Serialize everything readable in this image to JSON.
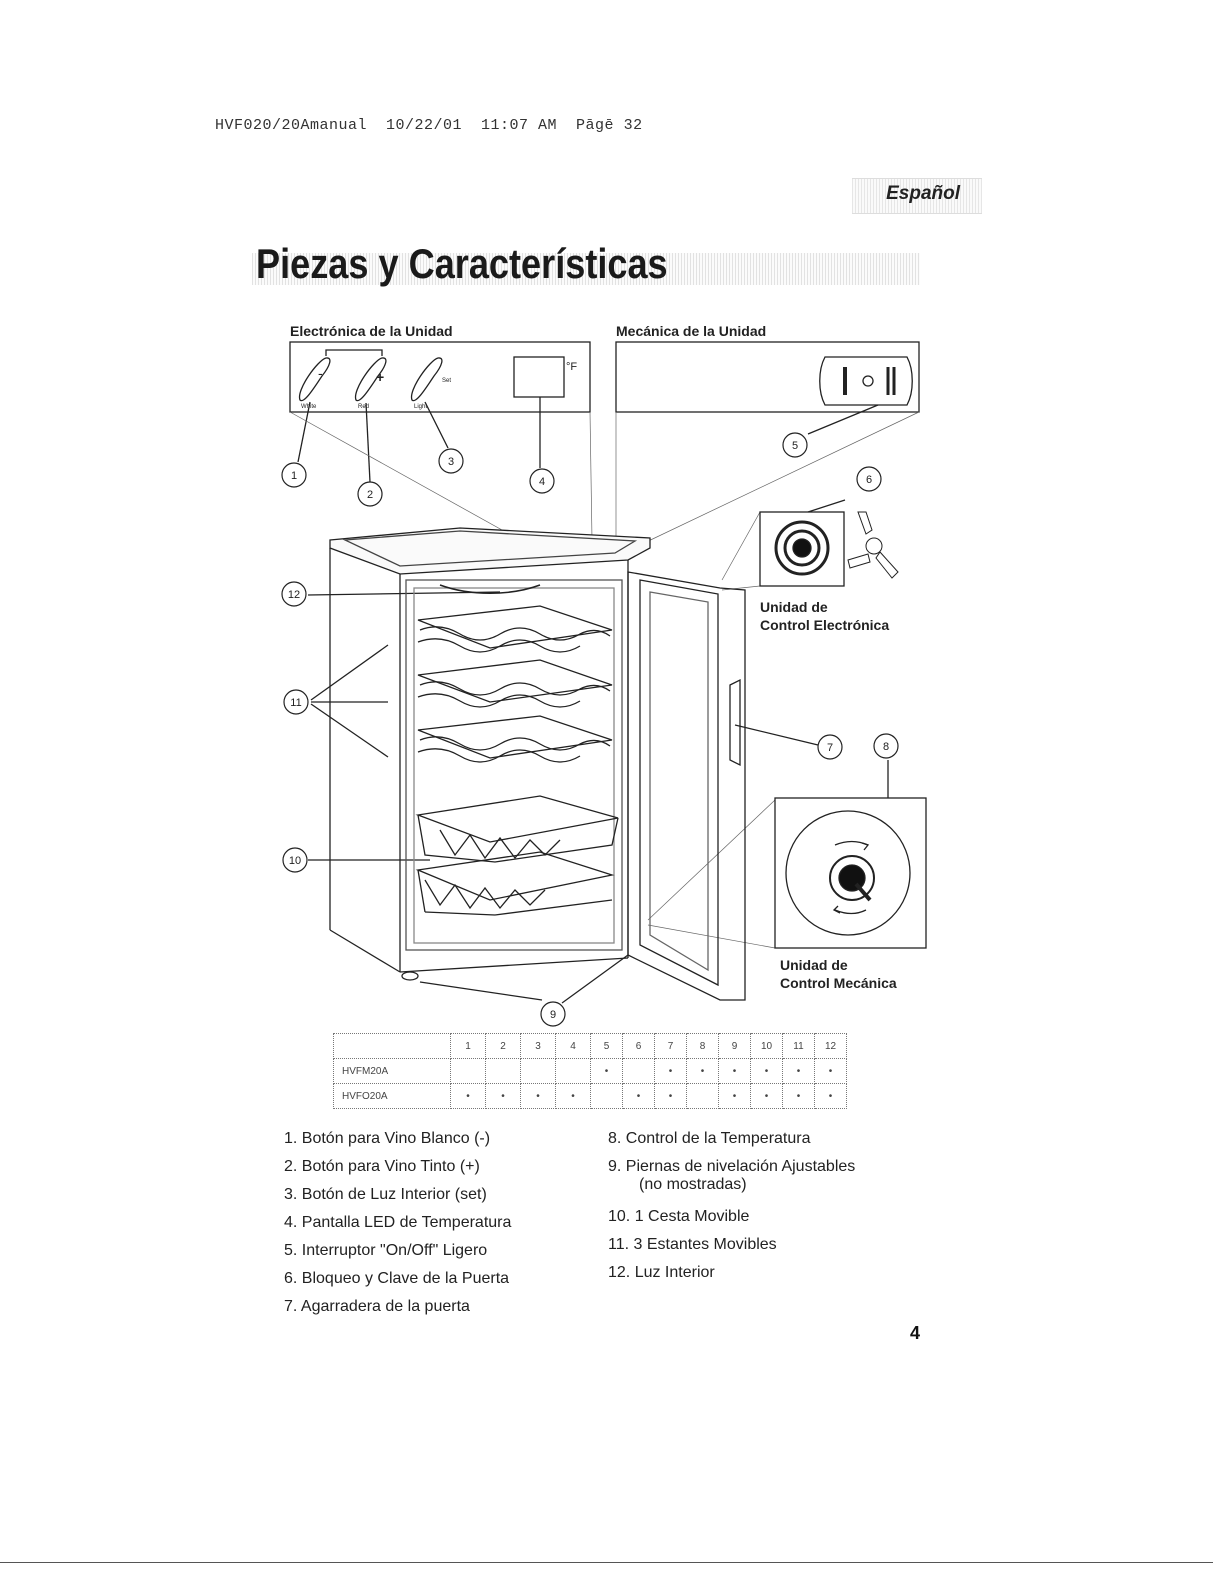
{
  "header": {
    "slug": "HVF020/20Amanual  10/22/01  11:07 AM  Pāgē 32"
  },
  "lang_tab": "Español",
  "title": "Piezas y Características",
  "panels": {
    "electronic": "Electrónica de la Unidad",
    "mechanical": "Mecánica de la Unidad",
    "button_white": "White",
    "button_red": "Red",
    "button_light": "Light",
    "set_text": "Set",
    "degree_f": "°F"
  },
  "callouts": {
    "electronic_control": [
      "Unidad de",
      "Control Electrónica"
    ],
    "mechanical_control": [
      "Unidad de",
      "Control Mecánica"
    ]
  },
  "numbers": [
    "1",
    "2",
    "3",
    "4",
    "5",
    "6",
    "7",
    "8",
    "9",
    "10",
    "11",
    "12"
  ],
  "model_table": {
    "columns": [
      "1",
      "2",
      "3",
      "4",
      "5",
      "6",
      "7",
      "8",
      "9",
      "10",
      "11",
      "12"
    ],
    "rows": [
      {
        "model": "HVFM20A",
        "marks": [
          "",
          "",
          "",
          "",
          "•",
          "",
          "•",
          "•",
          "•",
          "•",
          "•",
          "•"
        ]
      },
      {
        "model": "HVFO20A",
        "marks": [
          "•",
          "•",
          "•",
          "•",
          "",
          "•",
          "•",
          "",
          "•",
          "•",
          "•",
          "•"
        ]
      }
    ]
  },
  "parts_left": [
    "1. Botón para Vino Blanco (-)",
    "2. Botón para Vino Tinto (+)",
    "3. Botón de Luz Interior (set)",
    "4. Pantalla LED de Temperatura",
    "5. Interruptor \"On/Off\" Ligero",
    "6. Bloqueo y Clave de la Puerta",
    "7. Agarradera de la puerta"
  ],
  "parts_right": [
    "8. Control de la Temperatura",
    "9. Piernas de nivelación Ajustables",
    "(no mostradas)",
    "10. 1 Cesta Movible",
    "11. 3 Estantes Movibles",
    "12. Luz Interior"
  ],
  "page_number": "4"
}
